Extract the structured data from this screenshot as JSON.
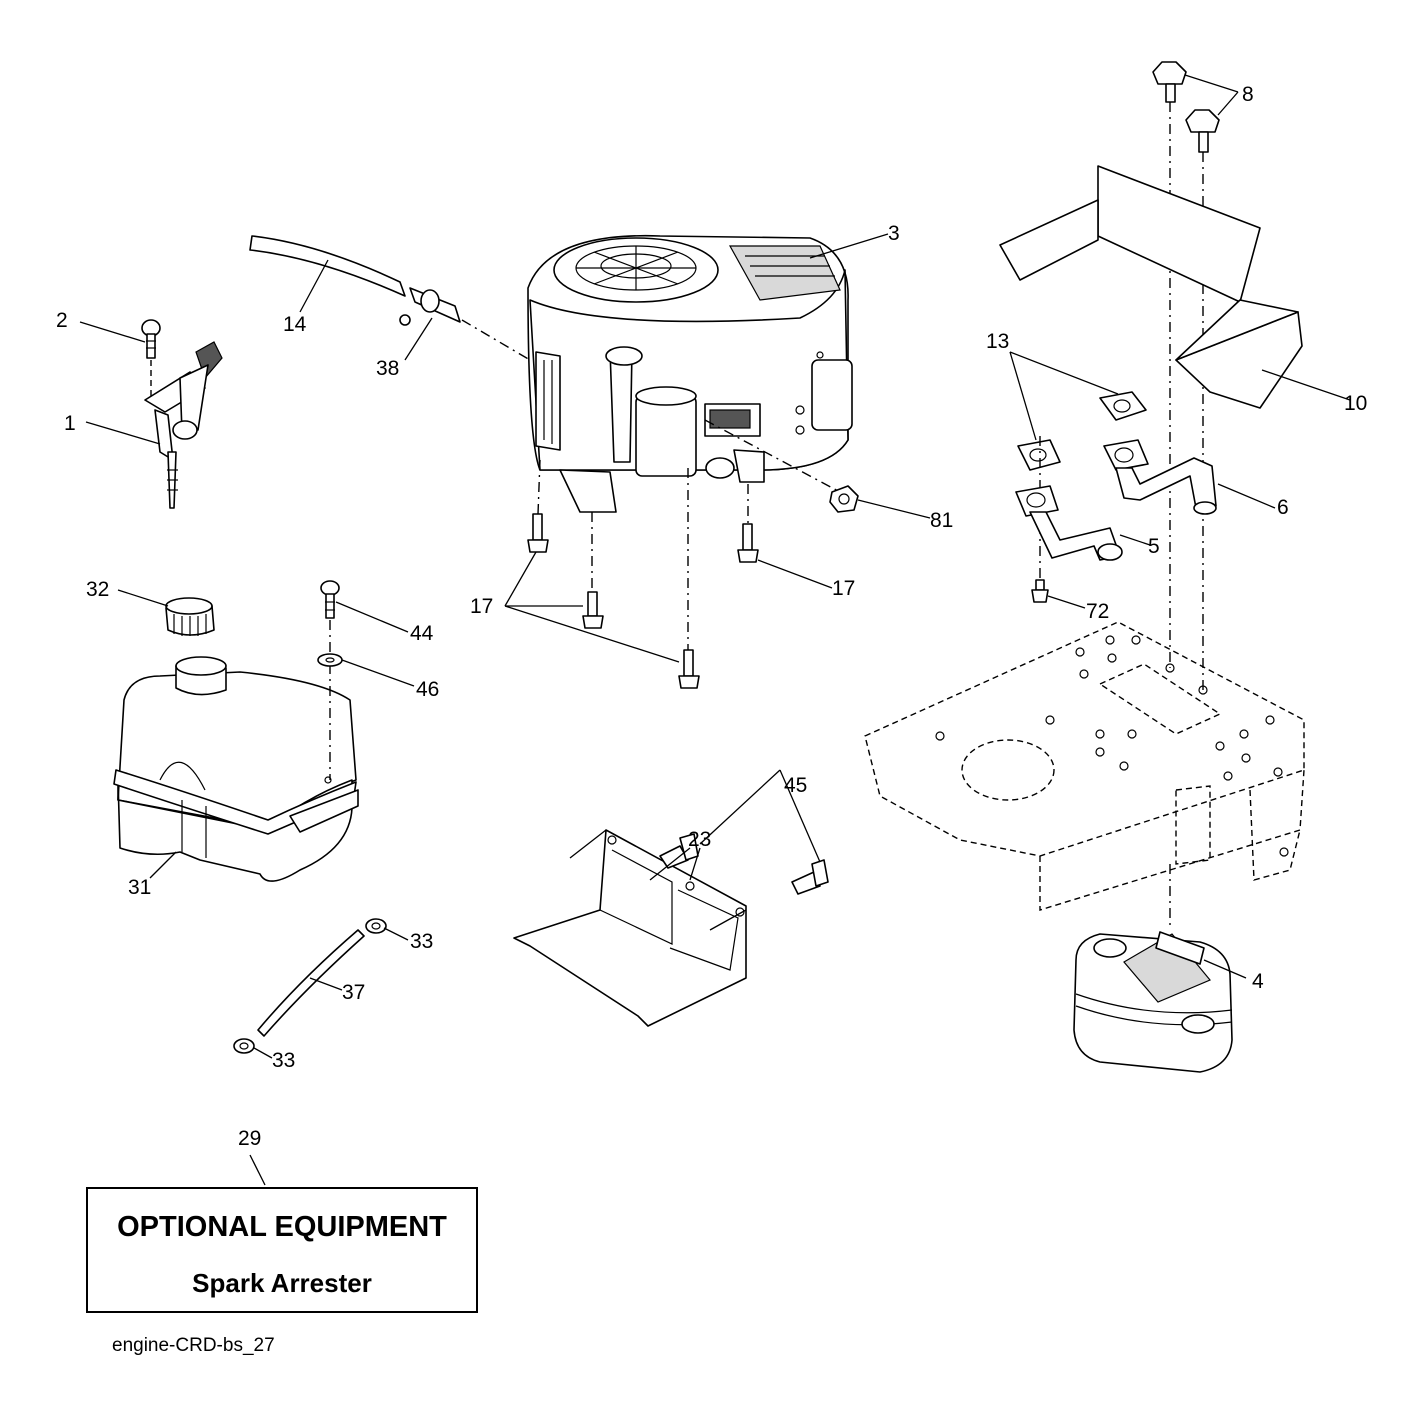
{
  "callouts": {
    "c1": "1",
    "c2": "2",
    "c3": "3",
    "c4": "4",
    "c5": "5",
    "c6": "6",
    "c8": "8",
    "c10": "10",
    "c13": "13",
    "c14": "14",
    "c17a": "17",
    "c17b": "17",
    "c23": "23",
    "c29": "29",
    "c31": "31",
    "c32": "32",
    "c33a": "33",
    "c33b": "33",
    "c37": "37",
    "c38": "38",
    "c44": "44",
    "c45": "45",
    "c46": "46",
    "c72": "72",
    "c81": "81"
  },
  "optional_box": {
    "title": "OPTIONAL EQUIPMENT",
    "subtitle": "Spark Arrester"
  },
  "diagram_code": "engine-CRD-bs_27"
}
